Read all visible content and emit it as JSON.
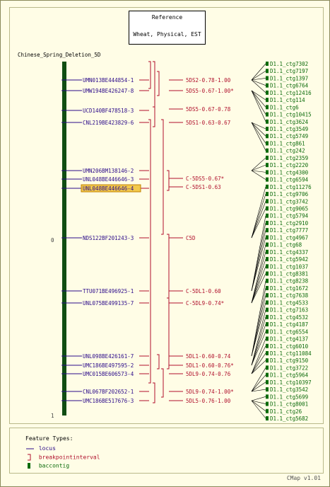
{
  "reference_box": {
    "title": "Reference",
    "subtitle": "Wheat, Physical, EST"
  },
  "map_title": "Chinese_Spring_Deletion_5D",
  "axis_ticks": [
    "0",
    "1"
  ],
  "colors": {
    "locus": "#2b0a8a",
    "breakpoint": "#b0102c",
    "baccontig": "#0b6b0b",
    "chromosome": "#0f4d12",
    "highlight": "#f2c94c",
    "bg": "#fffde6"
  },
  "loci": [
    {
      "label": "UMN013BE444854-1",
      "highlight": false
    },
    {
      "label": "UMW194BE426247-8",
      "highlight": false
    },
    {
      "label": "UCD140BF478518-3",
      "highlight": false
    },
    {
      "label": "CNL219BE423829-6",
      "highlight": false
    },
    {
      "label": "UMN206BM138146-2",
      "highlight": false
    },
    {
      "label": "UNL048BE446646-3",
      "highlight": false
    },
    {
      "label": "UNL048BE446646-4",
      "highlight": true
    },
    {
      "label": "NDS122BF201243-3",
      "highlight": false
    },
    {
      "label": "TTU071BE496925-1",
      "highlight": false
    },
    {
      "label": "UNL075BE499135-7",
      "highlight": false
    },
    {
      "label": "UNL098BE426161-7",
      "highlight": false
    },
    {
      "label": "UMC186BE497595-2",
      "highlight": false
    },
    {
      "label": "UMC015BE606573-4",
      "highlight": false
    },
    {
      "label": "CNL067BF202652-1",
      "highlight": false
    },
    {
      "label": "UMC186BE517676-3",
      "highlight": false
    }
  ],
  "breakpoints": [
    "5DS2-0.78-1.00",
    "5DS5-0.67-1.00*",
    "5DS5-0.67-0.78",
    "5DS1-0.63-0.67",
    "C-5DS5-0.67*",
    "C-5DS1-0.63",
    "C5D",
    "C-5DL1-0.60",
    "C-5DL9-0.74*",
    "5DL1-0.60-0.74",
    "5DL1-0.60-0.76*",
    "5DL9-0.74-0.76",
    "5DL9-0.74-1.00*",
    "5DL5-0.76-1.00"
  ],
  "contigs": [
    "D1.1_ctg7302",
    "D1.1_ctg7197",
    "D1.1_ctg1397",
    "D1.1_ctg6764",
    "D1.1_ctg12416",
    "D1.1_ctg114",
    "D1.1_ctg6",
    "D1.1_ctg10415",
    "D1.1_ctg3624",
    "D1.1_ctg3549",
    "D1.1_ctg5749",
    "D1.1_ctg861",
    "D1.1_ctg242",
    "D1.1_ctg2359",
    "D1.1_ctg2220",
    "D1.1_ctg4300",
    "D1.1_ctg6594",
    "D1.1_ctg11276",
    "D1.1_ctg9706",
    "D1.1_ctg3742",
    "D1.1_ctg9065",
    "D1.1_ctg5794",
    "D1.1_ctg2910",
    "D1.1_ctg7777",
    "D1.1_ctg4967",
    "D1.1_ctg68",
    "D1.1_ctg4337",
    "D1.1_ctg5942",
    "D1.1_ctg1037",
    "D1.1_ctg8381",
    "D1.1_ctg8238",
    "D1.1_ctg1672",
    "D1.1_ctg7638",
    "D1.1_ctg4533",
    "D1.1_ctg7163",
    "D1.1_ctg4532",
    "D1.1_ctg4187",
    "D1.1_ctg6554",
    "D1.1_ctg4137",
    "D1.1_ctg6010",
    "D1.1_ctg11084",
    "D1.1_ctg9150",
    "D1.1_ctg3722",
    "D1.1_ctg5964",
    "D1.1_ctg10397",
    "D1.1_ctg3542",
    "D1.1_ctg5699",
    "D1.1_ctg8001",
    "D1.1_ctg26",
    "D1.1_ctg5682"
  ],
  "legend": {
    "title": "Feature Types:",
    "items": [
      {
        "label": "locus",
        "icon": "line-icon"
      },
      {
        "label": "breakpointinterval",
        "icon": "bracket-icon"
      },
      {
        "label": "baccontig",
        "icon": "bar-icon"
      }
    ]
  },
  "footer": "CMap v1.01"
}
